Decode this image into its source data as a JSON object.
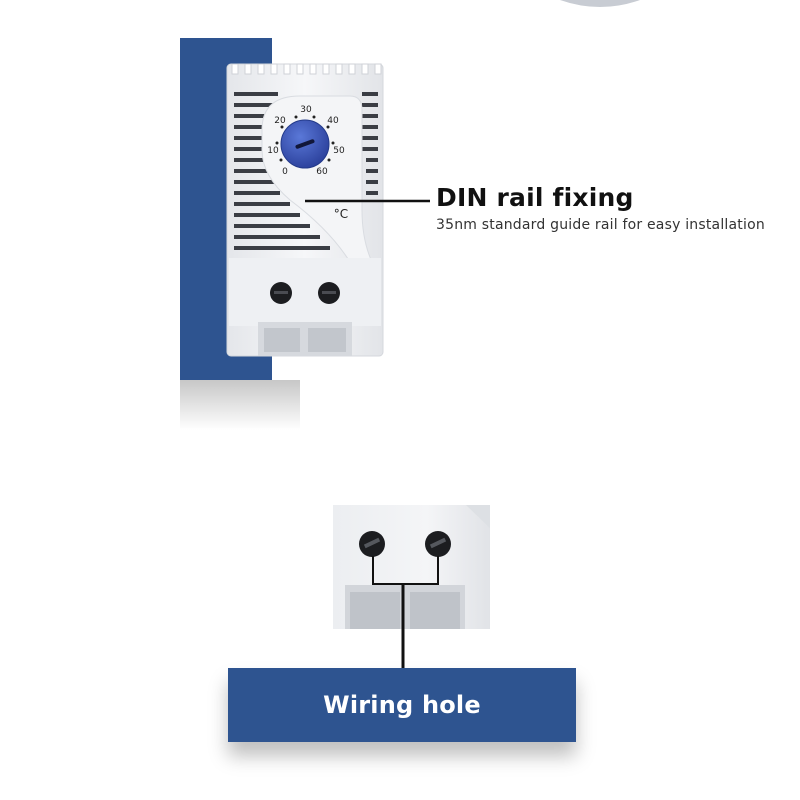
{
  "thermostat": {
    "dial_scale": [
      "0",
      "10",
      "20",
      "30",
      "40",
      "50",
      "60"
    ],
    "unit": "°C"
  },
  "callouts": {
    "din_rail": {
      "title": "DIN rail fixing",
      "description": "35nm standard guide rail for easy installation"
    },
    "wiring_hole": {
      "label": "Wiring hole"
    }
  },
  "colors": {
    "brand_blue": "#2e5490",
    "knob_blue": "#3652b8",
    "housing_white": "#f2f3f5",
    "callout_line": "#111111"
  }
}
